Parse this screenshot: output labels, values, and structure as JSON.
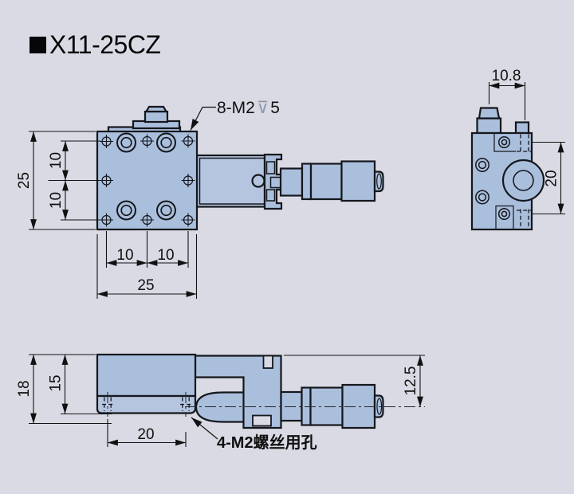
{
  "title": {
    "marker": "■",
    "model": "X11-25CZ"
  },
  "colors": {
    "background": "#d9dae3",
    "part_fill": "#aabfdc",
    "part_fill_light": "#b5c5e0",
    "outline": "#15171d",
    "dimension_lines": "#141414",
    "text": "#101010",
    "depth_symbol": "#9099ab"
  },
  "front_view": {
    "thread_callout": {
      "prefix": "8-M2",
      "depth_symbol": "⊽",
      "depth": "5"
    },
    "dims": {
      "height": "25",
      "left_pitch_a": "10",
      "left_pitch_b": "10",
      "bottom_pitch_a": "10",
      "bottom_pitch_b": "10",
      "width": "25"
    }
  },
  "side_view": {
    "dims": {
      "top_width": "10.8",
      "height": "20"
    }
  },
  "bottom_view": {
    "screw_callout": "4-M2螺丝用孔",
    "dims": {
      "overall_height": "18",
      "body_height": "15",
      "hole_pitch": "20",
      "center_height": "12.5"
    }
  }
}
